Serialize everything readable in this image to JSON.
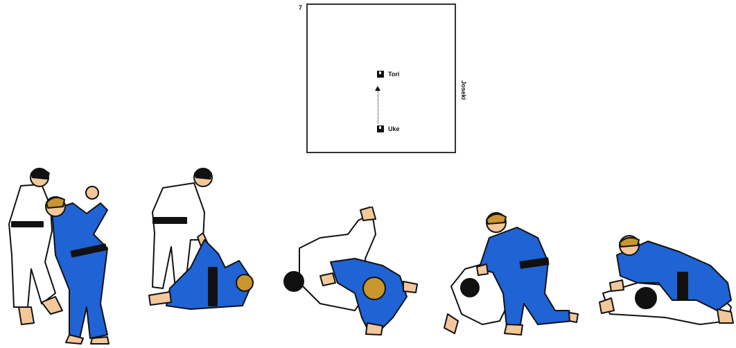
{
  "diagram": {
    "number": "7",
    "side_label": "Joseki",
    "tori_label": "Tori",
    "uke_label": "Uke"
  },
  "colors": {
    "tori_gi": "#ffffff",
    "uke_gi": "#1f63d4",
    "belt": "#111111",
    "skin": "#f2c79a",
    "hair_dark": "#111111",
    "hair_blond": "#c9962e",
    "outline": "#111111"
  },
  "sequence": {
    "frames": [
      "frame-1-throw-entry",
      "frame-2-throw-finish",
      "frame-3-transition",
      "frame-4-control",
      "frame-5-hold"
    ]
  }
}
